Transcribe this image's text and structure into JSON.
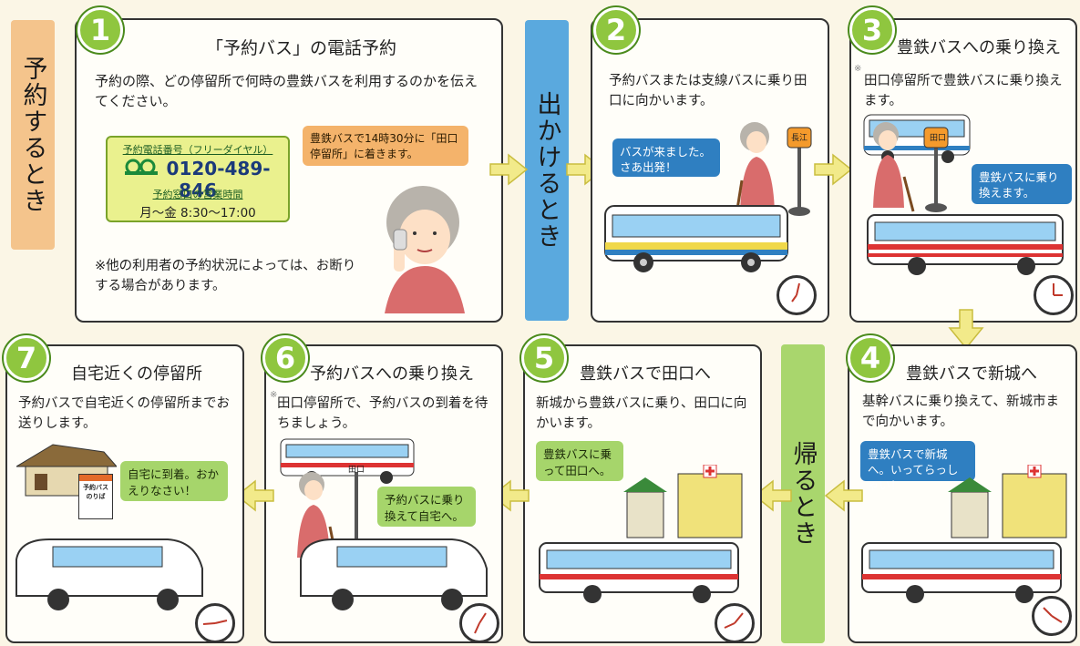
{
  "section_labels": {
    "reserve": "予約するとき",
    "depart": "出かけるとき",
    "return": "帰るとき"
  },
  "steps": [
    {
      "num": "1",
      "title": "「予約バス」の電話予約",
      "desc": "予約の際、どの停留所で何時の豊鉄バスを利用するのかを伝えてください。",
      "note": "※他の利用者の予約状況によっては、お断りする場合があります。"
    },
    {
      "num": "2",
      "title": "",
      "desc": "予約バスまたは支線バスに乗り田口に向かいます。",
      "bubble": "バスが来ました。さあ出発！"
    },
    {
      "num": "3",
      "title": "豊鉄バスへの乗り換え",
      "desc": "田口停留所で豊鉄バスに乗り換えます。",
      "mark": "※",
      "bubble": "豊鉄バスに乗り換えます。"
    },
    {
      "num": "4",
      "title": "豊鉄バスで新城へ",
      "desc": "基幹バスに乗り換えて、新城市まで向かいます。",
      "bubble": "豊鉄バスで新城へ。いってらっしゃい！"
    },
    {
      "num": "5",
      "title": "豊鉄バスで田口へ",
      "desc": "新城から豊鉄バスに乗り、田口に向かいます。",
      "bubble": "豊鉄バスに乗って田口へ。"
    },
    {
      "num": "6",
      "title": "予約バスへの乗り換え",
      "desc": "田口停留所で、予約バスの到着を待ちましょう。",
      "mark": "※",
      "bubble": "予約バスに乗り換えて自宅へ。"
    },
    {
      "num": "7",
      "title": "自宅近くの停留所",
      "desc": "予約バスで自宅近くの停留所までお送りします。",
      "bubble": "自宅に到着。おかえりなさい！"
    }
  ],
  "phone": {
    "label": "予約電話番号（フリーダイヤル）",
    "number": "0120-489-846",
    "hours_label": "予約窓口の営業時間",
    "hours": "月～金 8:30～17:00",
    "freedial_icon": "freedial-icon"
  },
  "speech_step1": "豊鉄バスで14時30分に「田口停留所」に着きます。",
  "stop_signs": {
    "step2": "長江",
    "step3": "田口",
    "step6": "田口"
  },
  "house_sign": "予約バスのりば",
  "colors": {
    "green": "#8fc63f",
    "yellow_arrow": "#f2ea8a",
    "blue_label": "#5aa9de",
    "orange_bubble": "#f4b36b",
    "blue_bubble": "#2f7fc1"
  }
}
